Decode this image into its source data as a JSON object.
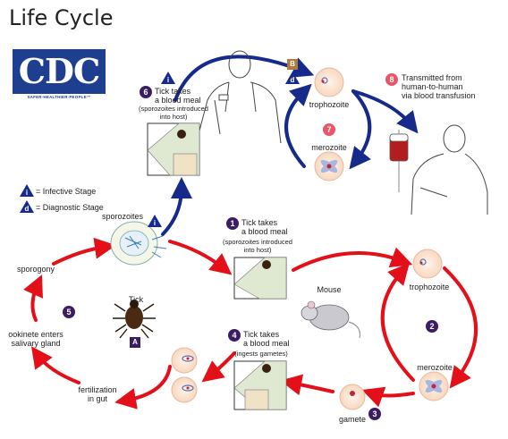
{
  "title": "Life Cycle",
  "logo": {
    "text": "CDC",
    "tagline": "SAFER·HEALTHIER·PEOPLE™",
    "color": "#1e3f8f"
  },
  "legend": {
    "infective": {
      "symbol": "i",
      "text": "= Infective Stage"
    },
    "diagnostic": {
      "symbol": "d",
      "text": "= Diagnostic Stage"
    }
  },
  "steps": {
    "s1": {
      "num": "1",
      "title": "Tick takes\na blood meal",
      "detail": "(sporozoites introduced\ninto host)"
    },
    "s2": {
      "num": "2"
    },
    "s3": {
      "num": "3"
    },
    "s4": {
      "num": "4",
      "title": "Tick takes\na blood meal",
      "detail": "(ingests gametes)"
    },
    "s5": {
      "num": "5"
    },
    "s6": {
      "num": "6",
      "title": "Tick takes\na blood meal",
      "detail": "(sporozoites introduced\ninto host)"
    },
    "s7": {
      "num": "7"
    },
    "s8": {
      "num": "8",
      "title": "Transmitted from\nhuman-to-human\nvia blood transfusion"
    }
  },
  "stage_labels": {
    "human_trophozoite": "trophozoite",
    "human_merozoite": "merozoite",
    "mouse_trophozoite": "trophozoite",
    "mouse_merozoite": "merozoite",
    "gamete": "gamete",
    "sporozoites": "sporozoites",
    "sporogony": "sporogony",
    "ookinete": "ookinete enters\nsalivary gland",
    "fertilization": "fertilization\nin gut",
    "tick": "Tick",
    "mouse": "Mouse"
  },
  "markers": {
    "B": "B",
    "A": "A",
    "d": "d",
    "i": "i"
  },
  "colors": {
    "red_arrow": "#e3101a",
    "blue_arrow": "#162a8c",
    "purple": "#3a1d63",
    "pink": "#e8566a",
    "cell": "#fde6d5",
    "cell_edge": "#e9b89c"
  }
}
